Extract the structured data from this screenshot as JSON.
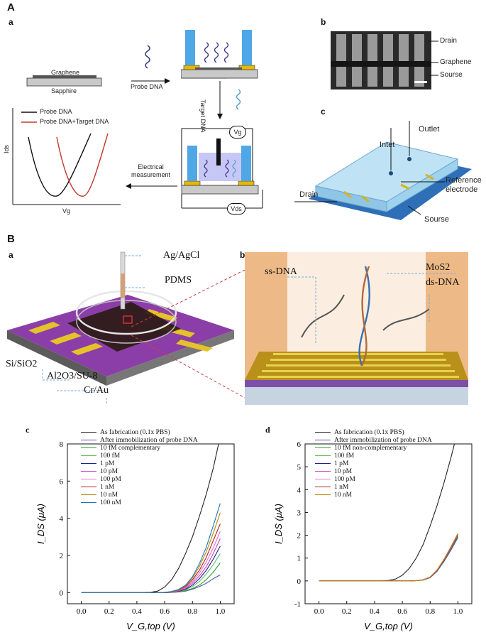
{
  "section_a": {
    "label": "A",
    "panel_a": {
      "label": "a",
      "graphene": "Graphene",
      "sapphire": "Sapphire",
      "probe_dna_arrow": "Probe DNA",
      "target_dna_arrow": "Target DNA",
      "electrical_measurement": "Electrical\nmeasurement",
      "vg_box": "Vg",
      "vds_box": "Vds",
      "plot": {
        "ylabel": "Ids",
        "xlabel": "Vg",
        "legend": [
          "Probe DNA",
          "Probe DNA+Target DNA"
        ],
        "colors": [
          "#111111",
          "#c0392b"
        ]
      }
    },
    "panel_b": {
      "label": "b",
      "drain": "Drain",
      "graphene": "Graphene",
      "source": "Sourse"
    },
    "panel_c": {
      "label": "c",
      "outlet": "Outlet",
      "inlet": "Intet",
      "drain": "Drain",
      "reference": "Reference\nelectrode",
      "source": "Sourse"
    }
  },
  "section_b": {
    "label": "B",
    "panel_a": {
      "label": "a",
      "agagcl": "Ag/AgCl",
      "pdms": "PDMS",
      "sisio2": "Si/SiO2",
      "al2o3": "Al2O3/SU-8",
      "crau": "Cr/Au"
    },
    "panel_b": {
      "label": "b",
      "ssdna": "ss-DNA",
      "mos2": "MoS2",
      "dsdna": "ds-DNA"
    }
  },
  "chart_data": [
    {
      "type": "line",
      "label": "c",
      "xlabel": "V_G,top (V)",
      "ylabel": "I_DS (μA)",
      "xlim": [
        -0.1,
        1.1
      ],
      "ylim": [
        -0.6,
        8
      ],
      "xticks": [
        0.0,
        0.2,
        0.4,
        0.6,
        0.8,
        1.0
      ],
      "yticks": [
        0,
        2,
        4,
        6,
        8
      ],
      "x": [
        0.0,
        0.1,
        0.2,
        0.3,
        0.4,
        0.5,
        0.55,
        0.6,
        0.65,
        0.7,
        0.75,
        0.8,
        0.85,
        0.9,
        0.95,
        1.0
      ],
      "series": [
        {
          "name": "As fabrication (0.1x PBS)",
          "color": "#222222",
          "values": [
            0,
            0,
            0,
            0,
            0,
            0.02,
            0.08,
            0.3,
            0.7,
            1.3,
            2.1,
            3.0,
            4.1,
            5.3,
            6.7,
            8.4
          ]
        },
        {
          "name": "After immobilization of probe DNA",
          "color": "#4b4fb5",
          "values": [
            0,
            0,
            0,
            0,
            0,
            0,
            0,
            0,
            0.01,
            0.03,
            0.08,
            0.18,
            0.32,
            0.5,
            0.75,
            0.95
          ]
        },
        {
          "name": "10 fM complementary",
          "color": "#2ca02c",
          "values": [
            0,
            0,
            0,
            0,
            0,
            0,
            0,
            0,
            0.01,
            0.04,
            0.1,
            0.22,
            0.4,
            0.7,
            1.1,
            1.6
          ]
        },
        {
          "name": "100 fM",
          "color": "#66bb6a",
          "values": [
            0,
            0,
            0,
            0,
            0,
            0,
            0,
            0,
            0.02,
            0.06,
            0.15,
            0.32,
            0.6,
            1.0,
            1.5,
            2.1
          ]
        },
        {
          "name": "1 pM",
          "color": "#1f1f8f",
          "values": [
            0,
            0,
            0,
            0,
            0,
            0,
            0,
            0,
            0.02,
            0.07,
            0.18,
            0.4,
            0.75,
            1.2,
            1.8,
            2.5
          ]
        },
        {
          "name": "10 pM",
          "color": "#cc44cc",
          "values": [
            0,
            0,
            0,
            0,
            0,
            0,
            0,
            0.01,
            0.03,
            0.09,
            0.22,
            0.5,
            0.9,
            1.4,
            2.1,
            2.9
          ]
        },
        {
          "name": "100 pM",
          "color": "#e377c2",
          "values": [
            0,
            0,
            0,
            0,
            0,
            0,
            0,
            0.01,
            0.04,
            0.11,
            0.27,
            0.58,
            1.05,
            1.65,
            2.4,
            3.3
          ]
        },
        {
          "name": "1 nM",
          "color": "#b22222",
          "values": [
            0,
            0,
            0,
            0,
            0,
            0,
            0,
            0.01,
            0.05,
            0.13,
            0.32,
            0.68,
            1.2,
            1.9,
            2.8,
            3.7
          ]
        },
        {
          "name": "10 nM",
          "color": "#b8860b",
          "values": [
            0,
            0,
            0,
            0,
            0,
            0,
            0,
            0.01,
            0.05,
            0.15,
            0.36,
            0.78,
            1.4,
            2.2,
            3.2,
            4.3
          ]
        },
        {
          "name": "100 nM",
          "color": "#1f77b4",
          "values": [
            0,
            0,
            0,
            0,
            0,
            0,
            0,
            0.01,
            0.06,
            0.17,
            0.4,
            0.85,
            1.55,
            2.45,
            3.6,
            4.8
          ]
        }
      ]
    },
    {
      "type": "line",
      "label": "d",
      "xlabel": "V_G,top (V)",
      "ylabel": "I_DS (μA)",
      "xlim": [
        -0.1,
        1.1
      ],
      "ylim": [
        -1,
        6
      ],
      "xticks": [
        0.0,
        0.2,
        0.4,
        0.6,
        0.8,
        1.0
      ],
      "yticks": [
        -1,
        0,
        1,
        2,
        3,
        4,
        5,
        6
      ],
      "x": [
        0.0,
        0.1,
        0.2,
        0.3,
        0.4,
        0.5,
        0.55,
        0.6,
        0.65,
        0.7,
        0.75,
        0.8,
        0.85,
        0.9,
        0.95,
        1.0
      ],
      "series": [
        {
          "name": "As fabrication (0.1x PBS)",
          "color": "#222222",
          "values": [
            0,
            0,
            0,
            0,
            0,
            0.02,
            0.08,
            0.25,
            0.55,
            1.0,
            1.6,
            2.4,
            3.3,
            4.3,
            5.4,
            6.6
          ]
        },
        {
          "name": "After immobilization of probe DNA",
          "color": "#4b4fb5",
          "values": [
            0,
            0,
            0,
            0,
            0,
            0,
            0,
            0,
            0,
            0.01,
            0.04,
            0.14,
            0.42,
            0.85,
            1.35,
            1.9
          ]
        },
        {
          "name": "10 fM non-complementary",
          "color": "#2ca02c",
          "values": [
            0,
            0,
            0,
            0,
            0,
            0,
            0,
            0,
            0,
            0.01,
            0.04,
            0.15,
            0.44,
            0.88,
            1.4,
            1.95
          ]
        },
        {
          "name": "100 fM",
          "color": "#66bb6a",
          "values": [
            0,
            0,
            0,
            0,
            0,
            0,
            0,
            0,
            0,
            0.01,
            0.04,
            0.15,
            0.45,
            0.9,
            1.42,
            2.0
          ]
        },
        {
          "name": "1 pM",
          "color": "#1f1f8f",
          "values": [
            0,
            0,
            0,
            0,
            0,
            0,
            0,
            0,
            0,
            0.01,
            0.04,
            0.15,
            0.45,
            0.9,
            1.43,
            2.0
          ]
        },
        {
          "name": "10 pM",
          "color": "#cc44cc",
          "values": [
            0,
            0,
            0,
            0,
            0,
            0,
            0,
            0,
            0,
            0.01,
            0.05,
            0.16,
            0.46,
            0.92,
            1.45,
            2.02
          ]
        },
        {
          "name": "100 pM",
          "color": "#e377c2",
          "values": [
            0,
            0,
            0,
            0,
            0,
            0,
            0,
            0,
            0,
            0.01,
            0.05,
            0.16,
            0.46,
            0.92,
            1.46,
            2.04
          ]
        },
        {
          "name": "1 nM",
          "color": "#b22222",
          "values": [
            0,
            0,
            0,
            0,
            0,
            0,
            0,
            0,
            0,
            0.01,
            0.05,
            0.17,
            0.47,
            0.93,
            1.48,
            2.06
          ]
        },
        {
          "name": "10 nM",
          "color": "#b8860b",
          "values": [
            0,
            0,
            0,
            0,
            0,
            0,
            0,
            0,
            0,
            0.01,
            0.05,
            0.17,
            0.48,
            0.95,
            1.5,
            2.08
          ]
        }
      ]
    }
  ]
}
